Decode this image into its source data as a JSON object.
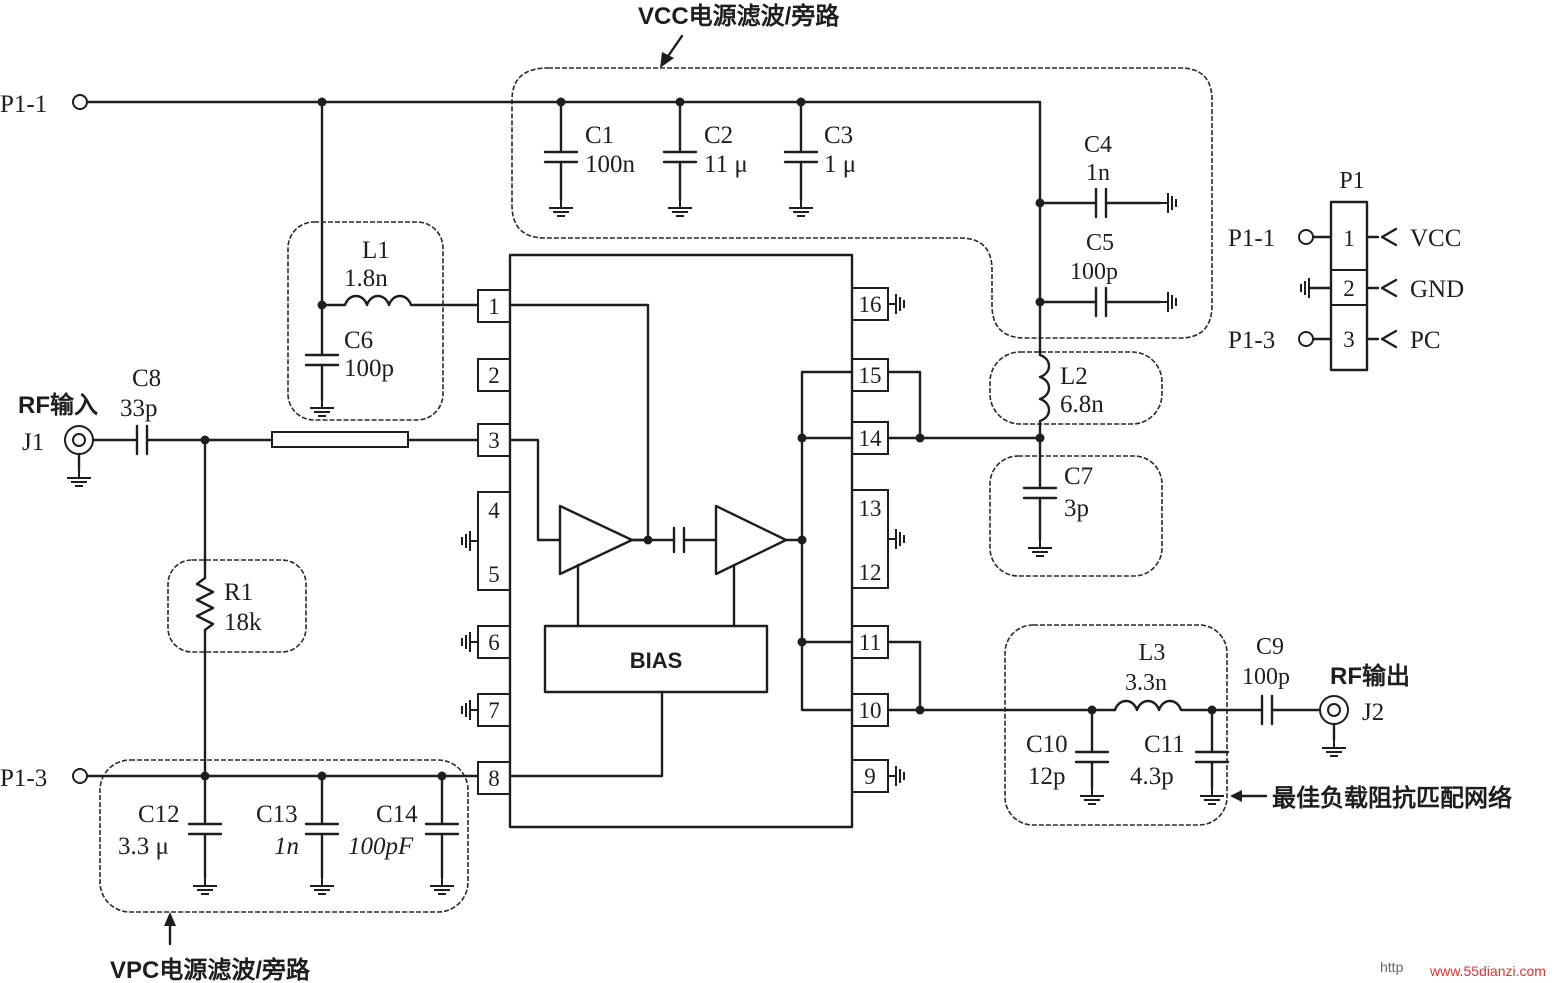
{
  "annotations": {
    "vcc_filter": "VCC电源滤波/旁路",
    "vpc_filter": "VPC电源滤波/旁路",
    "load_match": "最佳负载阻抗匹配网络",
    "rf_in": "RF输入",
    "rf_out": "RF输出"
  },
  "ports": {
    "p1_1": "P1-1",
    "p1_3": "P1-3",
    "j1": "J1",
    "j2": "J2"
  },
  "components": {
    "c1": {
      "ref": "C1",
      "value": "100n"
    },
    "c2": {
      "ref": "C2",
      "value": "11 μ"
    },
    "c3": {
      "ref": "C3",
      "value": "1 μ"
    },
    "c4": {
      "ref": "C4",
      "value": "1n"
    },
    "c5": {
      "ref": "C5",
      "value": "100p"
    },
    "c6": {
      "ref": "C6",
      "value": "100p"
    },
    "c7": {
      "ref": "C7",
      "value": "3p"
    },
    "c8": {
      "ref": "C8",
      "value": "33p"
    },
    "c9": {
      "ref": "C9",
      "value": "100p"
    },
    "c10": {
      "ref": "C10",
      "value": "12p"
    },
    "c11": {
      "ref": "C11",
      "value": "4.3p"
    },
    "c12": {
      "ref": "C12",
      "value": "3.3 μ"
    },
    "c13": {
      "ref": "C13",
      "value": "1n"
    },
    "c14": {
      "ref": "C14",
      "value": "100pF"
    },
    "l1": {
      "ref": "L1",
      "value": "1.8n"
    },
    "l2": {
      "ref": "L2",
      "value": "6.8n"
    },
    "l3": {
      "ref": "L3",
      "value": "3.3n"
    },
    "r1": {
      "ref": "R1",
      "value": "18k"
    }
  },
  "ic": {
    "bias_label": "BIAS",
    "pins_left": [
      "1",
      "2",
      "3",
      "4",
      "5",
      "6",
      "7",
      "8"
    ],
    "pins_right": [
      "16",
      "15",
      "14",
      "13",
      "12",
      "11",
      "10",
      "9"
    ]
  },
  "connector": {
    "title": "P1",
    "pins": [
      {
        "num": "1",
        "port": "P1-1",
        "signal": "VCC"
      },
      {
        "num": "2",
        "port": "",
        "signal": "GND"
      },
      {
        "num": "3",
        "port": "P1-3",
        "signal": "PC"
      }
    ]
  },
  "watermark": {
    "prefix": "http",
    "site": "www.55dianzi.com"
  }
}
